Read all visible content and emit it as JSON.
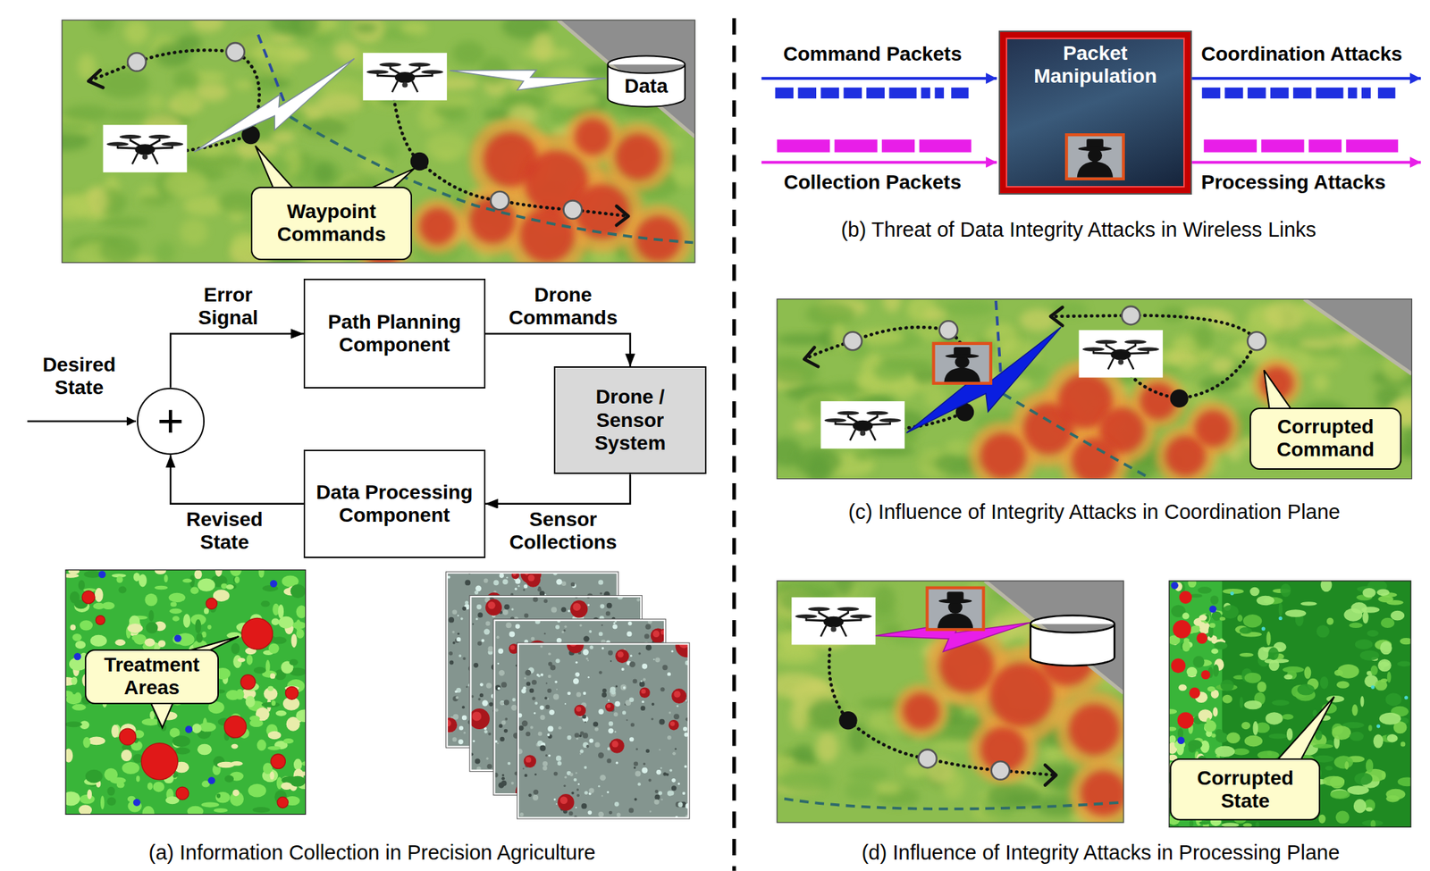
{
  "diagram": {
    "nodes": [
      {
        "text": [
          "Waypoint Commands"
        ]
      },
      {
        "text": [
          "Data"
        ]
      },
      {
        "text": [
          "+"
        ]
      },
      {
        "text": [
          "Path Planning Component"
        ]
      },
      {
        "text": [
          "Drone / Sensor System"
        ]
      },
      {
        "text": [
          "Data Processing Component"
        ]
      },
      {
        "text": [
          "Treatment Areas"
        ]
      },
      {
        "text": [
          "Packet Manipulation"
        ]
      },
      {
        "text": [
          "Corrupted Command"
        ]
      },
      {
        "text": [
          "Corrupted State"
        ]
      }
    ],
    "edges": [
      {
        "from": 2,
        "to": 3,
        "arrow": "to",
        "label": "Error Signal"
      },
      {
        "from": 3,
        "to": 4,
        "arrow": "to",
        "label": "Drone Commands"
      },
      {
        "from": 4,
        "to": 5,
        "arrow": "to",
        "label": "Sensor Collections"
      },
      {
        "from": 5,
        "to": 2,
        "arrow": "to",
        "label": "Revised State"
      }
    ],
    "labels": [
      "Desired State",
      "Command Packets",
      "Coordination Attacks",
      "Collection Packets",
      "Processing Attacks",
      "(a) Information Collection in Precision Agriculture",
      "(b) Threat of Data Integrity Attacks in Wireless Links",
      "(c) Influence of Integrity Attacks in Coordination Plane",
      "(d) Influence of Integrity Attacks in Processing Plane"
    ]
  }
}
